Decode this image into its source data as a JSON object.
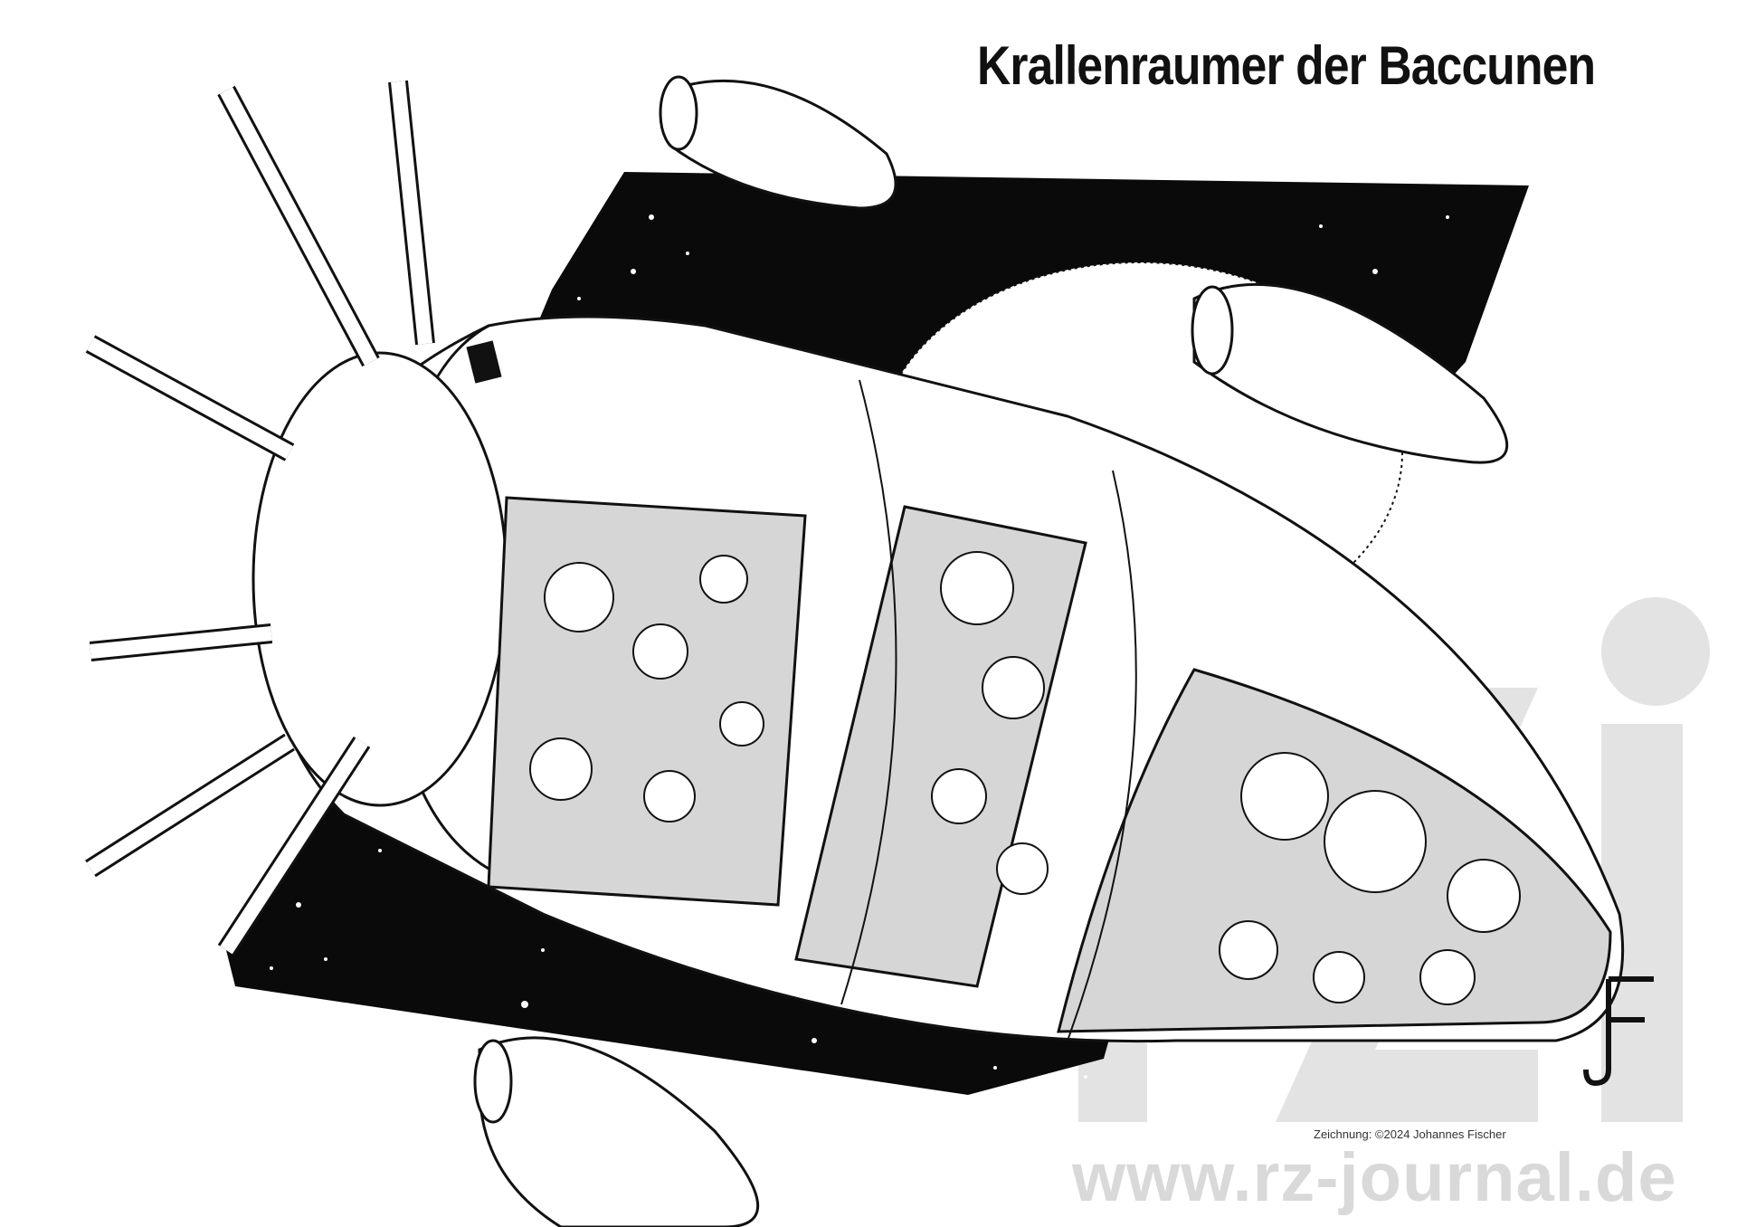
{
  "title": "Krallenraumer der Baccunen",
  "credit": "Zeichnung: ©2024 Johannes Fischer",
  "website": "www.rz-journal.de",
  "signature": "JF",
  "logo": "rz",
  "colors": {
    "ink": "#111111",
    "space": "#0a0a0a",
    "watermark": "#d9d9d9",
    "hull": "#ffffff"
  }
}
